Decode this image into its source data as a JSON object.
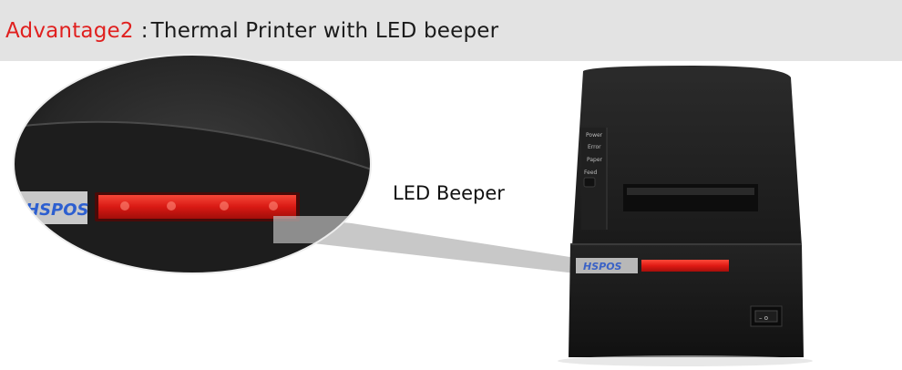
{
  "header": {
    "advantage_label": "Advantage2",
    "separator": ":",
    "title": "Thermal Printer with LED beeper"
  },
  "callout": {
    "label": "LED Beeper"
  },
  "printer": {
    "indicators": [
      "Power",
      "Error",
      "Paper",
      "Feed"
    ],
    "brand_logo": "HSPOS",
    "led_color": "#e32020",
    "body_color": "#1c1c1c"
  },
  "zoom": {
    "brand_logo": "HSPOS"
  }
}
